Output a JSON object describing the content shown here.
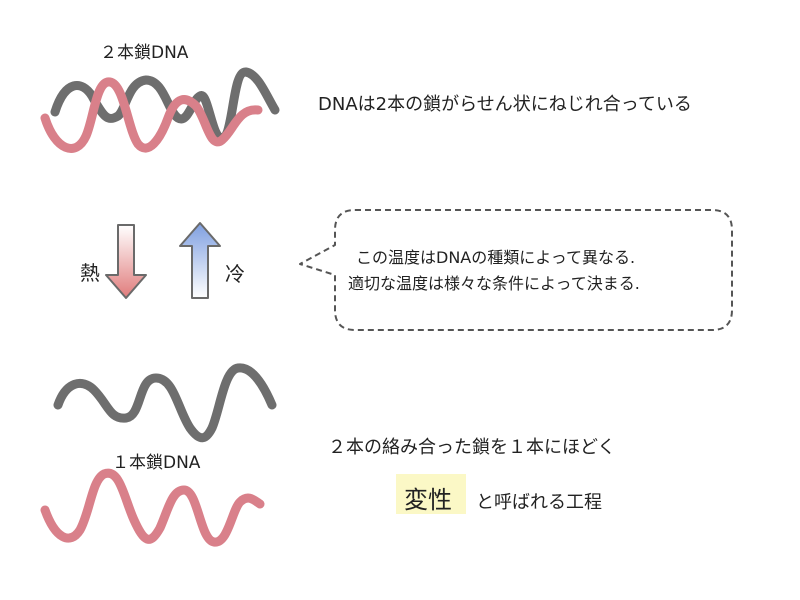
{
  "top_label": "２本鎖DNA",
  "top_desc": "DNAは2本の鎖がらせん状にねじれ合っている",
  "heat_label": "熱",
  "cool_label": "冷",
  "bubble_lines": [
    "この温度はDNAの種類によって異なる.",
    "適切な温度は様々な条件によって決まる."
  ],
  "bottom_label": "１本鎖DNA",
  "bottom_desc": "２本の絡み合った鎖を１本にほどく",
  "term": "変性",
  "term_suffix": "と呼ばれる工程",
  "colors": {
    "strand_gray": "#6e6e6e",
    "strand_pink": "#d9808a",
    "arrow_red_top": "#ffffff",
    "arrow_red_bottom": "#e07b7b",
    "arrow_blue_top": "#7f9fe0",
    "arrow_blue_bottom": "#ffffff",
    "term_highlight": "#fbf8c6"
  }
}
